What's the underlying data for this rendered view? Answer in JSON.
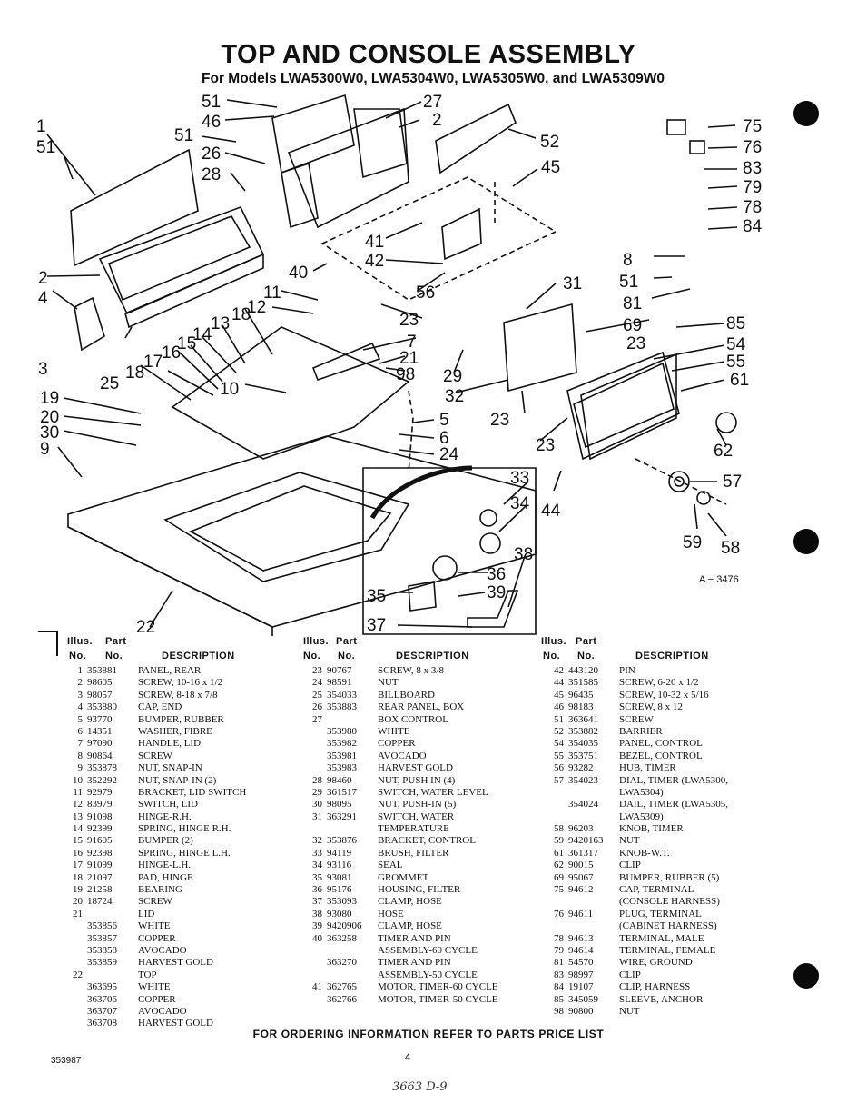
{
  "title": "TOP AND CONSOLE ASSEMBLY",
  "subtitle": "For Models LWA5300W0, LWA5304W0, LWA5305W0, and LWA5309W0",
  "diagram_code": "A − 3476",
  "callouts": [
    "1",
    "51",
    "51",
    "46",
    "51",
    "26",
    "28",
    "27",
    "2",
    "52",
    "45",
    "75",
    "76",
    "83",
    "79",
    "78",
    "84",
    "41",
    "42",
    "40",
    "56",
    "2",
    "4",
    "3",
    "11",
    "12",
    "18",
    "13",
    "14",
    "15",
    "16",
    "17",
    "18",
    "25",
    "23",
    "7",
    "21",
    "98",
    "31",
    "29",
    "32",
    "8",
    "51",
    "81",
    "69",
    "23",
    "85",
    "54",
    "55",
    "61",
    "10",
    "19",
    "20",
    "30",
    "9",
    "5",
    "6",
    "24",
    "23",
    "23",
    "62",
    "33",
    "34",
    "44",
    "57",
    "59",
    "58",
    "38",
    "36",
    "35",
    "39",
    "37",
    "22"
  ],
  "table": {
    "h_illus": "Illus.",
    "h_part": "Part",
    "h_no": "No.",
    "h_desc": "DESCRIPTION",
    "columns": [
      [
        [
          "1",
          "353881",
          "PANEL, REAR"
        ],
        [
          "2",
          "98605",
          "SCREW, 10-16 x 1/2"
        ],
        [
          "3",
          "98057",
          "SCREW, 8-18 x 7/8"
        ],
        [
          "4",
          "353880",
          "CAP, END"
        ],
        [
          "5",
          "93770",
          "BUMPER, RUBBER"
        ],
        [
          "6",
          "14351",
          "WASHER, FIBRE"
        ],
        [
          "7",
          "97090",
          "HANDLE, LID"
        ],
        [
          "8",
          "90864",
          "SCREW"
        ],
        [
          "9",
          "353878",
          "NUT, SNAP-IN"
        ],
        [
          "10",
          "352292",
          "NUT, SNAP-IN (2)"
        ],
        [
          "11",
          "92979",
          "BRACKET, LID SWITCH"
        ],
        [
          "12",
          "83979",
          "SWITCH, LID"
        ],
        [
          "13",
          "91098",
          "HINGE-R.H."
        ],
        [
          "14",
          "92399",
          "SPRING, HINGE R.H."
        ],
        [
          "15",
          "91605",
          "BUMPER (2)"
        ],
        [
          "16",
          "92398",
          "SPRING, HINGE L.H."
        ],
        [
          "17",
          "91099",
          "HINGE-L.H."
        ],
        [
          "18",
          "21097",
          "PAD, HINGE"
        ],
        [
          "19",
          "21258",
          "BEARING"
        ],
        [
          "20",
          "18724",
          "SCREW"
        ],
        [
          "21",
          "",
          "LID"
        ],
        [
          "",
          "353856",
          "WHITE"
        ],
        [
          "",
          "353857",
          "COPPER"
        ],
        [
          "",
          "353858",
          "AVOCADO"
        ],
        [
          "",
          "353859",
          "HARVEST GOLD"
        ],
        [
          "22",
          "",
          "TOP"
        ],
        [
          "",
          "363695",
          "WHITE"
        ],
        [
          "",
          "363706",
          "COPPER"
        ],
        [
          "",
          "363707",
          "AVOCADO"
        ],
        [
          "",
          "363708",
          "HARVEST GOLD"
        ]
      ],
      [
        [
          "23",
          "90767",
          "SCREW, 8 x 3/8"
        ],
        [
          "24",
          "98591",
          "NUT"
        ],
        [
          "25",
          "354033",
          "BILLBOARD"
        ],
        [
          "26",
          "353883",
          "REAR PANEL, BOX"
        ],
        [
          "27",
          "",
          "BOX CONTROL"
        ],
        [
          "",
          "353980",
          "WHITE"
        ],
        [
          "",
          "353982",
          "COPPER"
        ],
        [
          "",
          "353981",
          "AVOCADO"
        ],
        [
          "",
          "353983",
          "HARVEST GOLD"
        ],
        [
          "28",
          "98460",
          "NUT, PUSH IN (4)"
        ],
        [
          "29",
          "361517",
          "SWITCH, WATER LEVEL"
        ],
        [
          "30",
          "98095",
          "NUT, PUSH-IN (5)"
        ],
        [
          "31",
          "363291",
          "SWITCH, WATER"
        ],
        [
          "",
          "",
          "TEMPERATURE"
        ],
        [
          "32",
          "353876",
          "BRACKET, CONTROL"
        ],
        [
          "33",
          "94119",
          "BRUSH, FILTER"
        ],
        [
          "34",
          "93116",
          "SEAL"
        ],
        [
          "35",
          "93081",
          "GROMMET"
        ],
        [
          "36",
          "95176",
          "HOUSING, FILTER"
        ],
        [
          "37",
          "353093",
          "CLAMP, HOSE"
        ],
        [
          "38",
          "93080",
          "HOSE"
        ],
        [
          "39",
          "9420906",
          "CLAMP, HOSE"
        ],
        [
          "40",
          "363258",
          "TIMER AND PIN"
        ],
        [
          "",
          "",
          "ASSEMBLY-60 CYCLE"
        ],
        [
          "",
          "363270",
          "TIMER AND PIN"
        ],
        [
          "",
          "",
          "ASSEMBLY-50 CYCLE"
        ],
        [
          "41",
          "362765",
          "MOTOR, TIMER-60 CYCLE"
        ],
        [
          "",
          "362766",
          "MOTOR, TIMER-50 CYCLE"
        ]
      ],
      [
        [
          "42",
          "443120",
          "PIN"
        ],
        [
          "44",
          "351585",
          "SCREW, 6-20 x 1/2"
        ],
        [
          "45",
          "96435",
          "SCREW, 10-32 x 5/16"
        ],
        [
          "46",
          "98183",
          "SCREW, 8 x 12"
        ],
        [
          "51",
          "363641",
          "SCREW"
        ],
        [
          "52",
          "353882",
          "BARRIER"
        ],
        [
          "54",
          "354035",
          "PANEL, CONTROL"
        ],
        [
          "55",
          "353751",
          "BEZEL, CONTROL"
        ],
        [
          "56",
          "93282",
          "HUB, TIMER"
        ],
        [
          "57",
          "354023",
          "DIAL, TIMER (LWA5300,"
        ],
        [
          "",
          "",
          "LWA5304)"
        ],
        [
          "",
          "354024",
          "DAIL, TIMER (LWA5305,"
        ],
        [
          "",
          "",
          "LWA5309)"
        ],
        [
          "58",
          "96203",
          "KNOB, TIMER"
        ],
        [
          "59",
          "9420163",
          "NUT"
        ],
        [
          "61",
          "361317",
          "KNOB-W.T."
        ],
        [
          "62",
          "90015",
          "CLIP"
        ],
        [
          "69",
          "95067",
          "BUMPER, RUBBER (5)"
        ],
        [
          "75",
          "94612",
          "CAP, TERMINAL"
        ],
        [
          "",
          "",
          "(CONSOLE HARNESS)"
        ],
        [
          "76",
          "94611",
          "PLUG, TERMINAL"
        ],
        [
          "",
          "",
          "(CABINET HARNESS)"
        ],
        [
          "78",
          "94613",
          "TERMINAL, MALE"
        ],
        [
          "79",
          "94614",
          "TERMINAL, FEMALE"
        ],
        [
          "81",
          "54570",
          "WIRE, GROUND"
        ],
        [
          "83",
          "98997",
          "CLIP"
        ],
        [
          "84",
          "19107",
          "CLIP, HARNESS"
        ],
        [
          "85",
          "345059",
          "SLEEVE, ANCHOR"
        ],
        [
          "98",
          "90800",
          "NUT"
        ]
      ]
    ]
  },
  "footer": "FOR ORDERING INFORMATION REFER TO PARTS PRICE LIST",
  "doc_number": "353987",
  "page_number": "4",
  "handwritten_note": "3663 D-9"
}
